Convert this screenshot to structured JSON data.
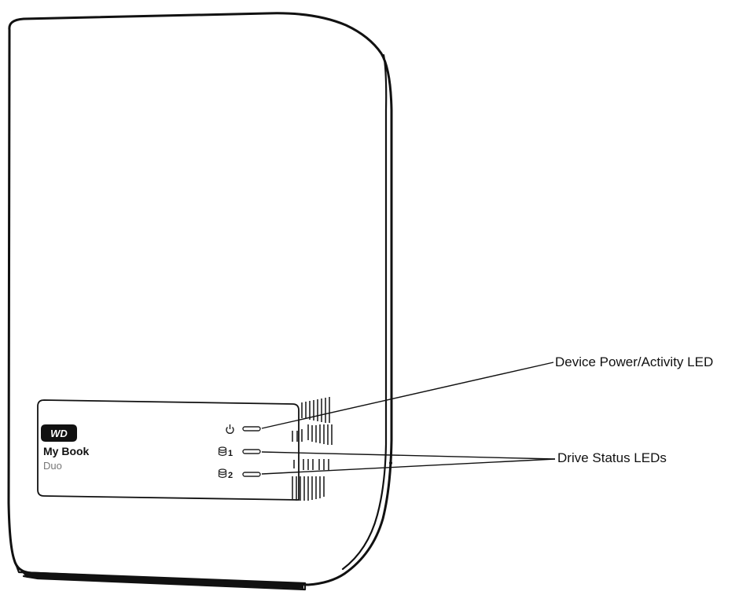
{
  "device": {
    "logo_text": "WD",
    "product_name": "My Book",
    "product_model": "Duo",
    "led_power_icon": "power-icon",
    "led_drive1_number": "1",
    "led_drive2_number": "2",
    "drive_icon": "hard-drive-icon"
  },
  "callouts": {
    "power_led": "Device Power/Activity LED",
    "drive_leds": "Drive Status LEDs"
  },
  "colors": {
    "line": "#111111",
    "background": "#ffffff",
    "logo_fill": "#111111",
    "logo_text": "#ffffff",
    "model_text": "#777777"
  }
}
